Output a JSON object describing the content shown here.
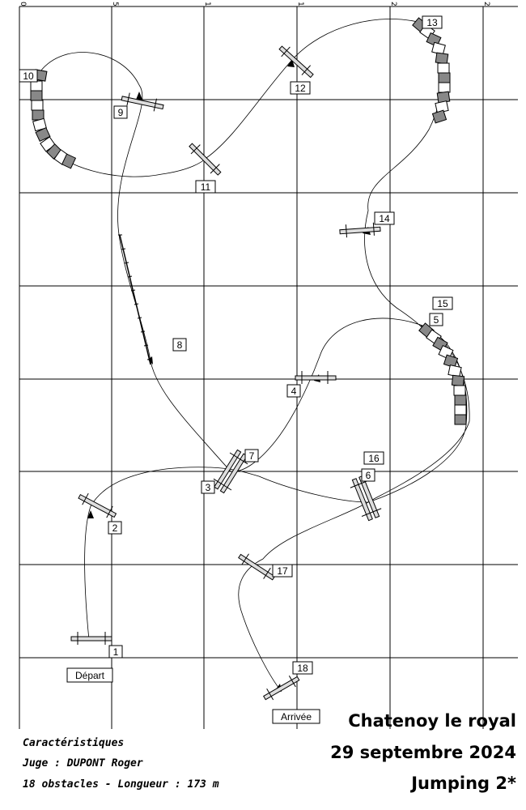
{
  "ruler": {
    "labels": [
      "0",
      "5",
      "1",
      "1",
      "2",
      "2"
    ]
  },
  "labels": {
    "start": "Départ",
    "finish": "Arrivée",
    "obstacles": [
      "1",
      "2",
      "3",
      "4",
      "5",
      "6",
      "7",
      "8",
      "9",
      "10",
      "11",
      "12",
      "13",
      "14",
      "15",
      "16",
      "17",
      "18"
    ]
  },
  "info": {
    "heading": "Caractéristiques",
    "judge": "Juge : DUPONT Roger",
    "summary": "18 obstacles - Longueur : 173 m"
  },
  "title": {
    "place": "Chatenoy le royal",
    "date": "29 septembre 2024",
    "event": "Jumping 2*"
  }
}
